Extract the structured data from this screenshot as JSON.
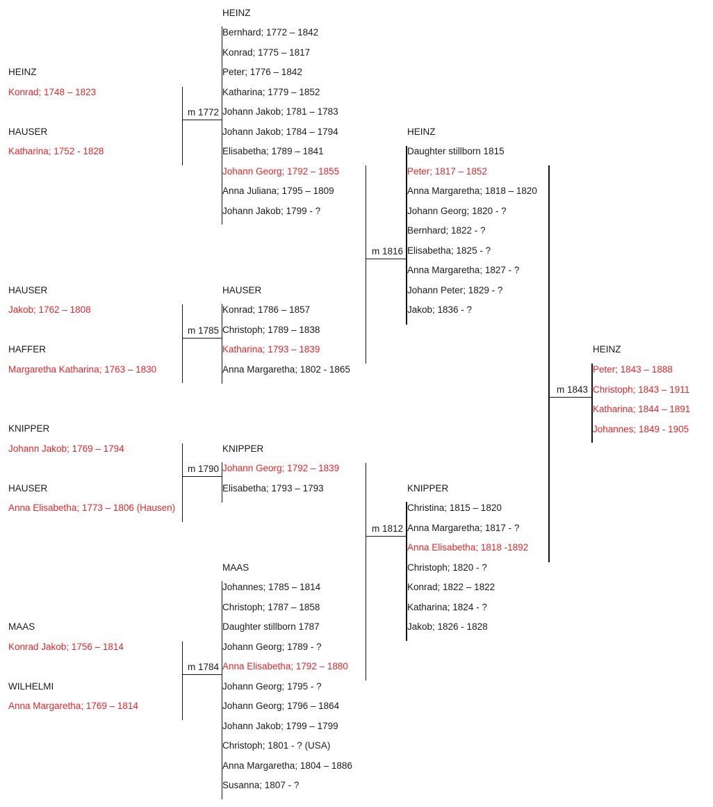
{
  "parents": [
    {
      "id": "p1",
      "husband_surname": "HEINZ",
      "husband": "Konrad; 1748 – 1823",
      "wife_surname": "HAUSER",
      "wife": "Katharina; 1752 - 1828",
      "marriage": "m 1772"
    },
    {
      "id": "p2",
      "husband_surname": "HAUSER",
      "husband": "Jakob; 1762 – 1808",
      "wife_surname": "HAFFER",
      "wife": "Margaretha Katharina; 1763 – 1830",
      "marriage": "m 1785"
    },
    {
      "id": "p3",
      "husband_surname": "KNIPPER",
      "husband": "Johann Jakob; 1769 – 1794",
      "wife_surname": "HAUSER",
      "wife": "Anna Elisabetha; 1773 – 1806 (Hausen)",
      "marriage": "m 1790"
    },
    {
      "id": "p4",
      "husband_surname": "MAAS",
      "husband": "Konrad Jakob; 1756 – 1814",
      "wife_surname": "WILHELMI",
      "wife": "Anna Margaretha; 1769 – 1814",
      "marriage": "m 1784"
    }
  ],
  "families": [
    {
      "surname": "HEINZ",
      "children": [
        {
          "text": "Bernhard; 1772 – 1842",
          "highlight": false
        },
        {
          "text": "Konrad; 1775 – 1817",
          "highlight": false
        },
        {
          "text": "Peter; 1776 – 1842",
          "highlight": false
        },
        {
          "text": "Katharina; 1779 – 1852",
          "highlight": false
        },
        {
          "text": "Johann Jakob; 1781 – 1783",
          "highlight": false
        },
        {
          "text": "Johann Jakob; 1784 – 1794",
          "highlight": false
        },
        {
          "text": "Elisabetha; 1789 – 1841",
          "highlight": false
        },
        {
          "text": "Johann Georg; 1792 – 1855",
          "highlight": true
        },
        {
          "text": "Anna Juliana; 1795 – 1809",
          "highlight": false
        },
        {
          "text": "Johann Jakob; 1799 - ?",
          "highlight": false
        }
      ]
    },
    {
      "surname": "HAUSER",
      "children": [
        {
          "text": "Konrad; 1786 – 1857",
          "highlight": false
        },
        {
          "text": "Christoph; 1789 – 1838",
          "highlight": false
        },
        {
          "text": "Katharina; 1793 – 1839",
          "highlight": true
        },
        {
          "text": "Anna Margaretha; 1802 - 1865",
          "highlight": false
        }
      ]
    },
    {
      "surname": "KNIPPER",
      "children": [
        {
          "text": "Johann Georg; 1792 – 1839",
          "highlight": true
        },
        {
          "text": "Elisabetha; 1793 – 1793",
          "highlight": false
        }
      ]
    },
    {
      "surname": "MAAS",
      "children": [
        {
          "text": "Johannes; 1785 – 1814",
          "highlight": false
        },
        {
          "text": "Christoph; 1787 – 1858",
          "highlight": false
        },
        {
          "text": "Daughter stillborn 1787",
          "highlight": false
        },
        {
          "text": "Johann Georg; 1789 - ?",
          "highlight": false
        },
        {
          "text": "Anna Elisabetha; 1792 – 1880",
          "highlight": true
        },
        {
          "text": "Johann Georg; 1795 - ?",
          "highlight": false
        },
        {
          "text": "Johann Georg; 1796 – 1864",
          "highlight": false
        },
        {
          "text": "Johann Jakob; 1799 – 1799",
          "highlight": false
        },
        {
          "text": "Christoph; 1801 - ? (USA)",
          "highlight": false
        },
        {
          "text": "Anna Margaretha; 1804 – 1886",
          "highlight": false
        },
        {
          "text": "Susanna; 1807 - ?",
          "highlight": false
        }
      ]
    },
    {
      "surname": "HEINZ",
      "marriage": "m 1816",
      "children": [
        {
          "text": "Daughter stillborn 1815",
          "highlight": false
        },
        {
          "text": "Peter; 1817 – 1852",
          "highlight": true
        },
        {
          "text": "Anna Margaretha; 1818 – 1820",
          "highlight": false
        },
        {
          "text": "Johann Georg; 1820 - ?",
          "highlight": false
        },
        {
          "text": "Bernhard; 1822 - ?",
          "highlight": false
        },
        {
          "text": "Elisabetha; 1825 - ?",
          "highlight": false
        },
        {
          "text": "Anna Margaretha; 1827 - ?",
          "highlight": false
        },
        {
          "text": "Johann Peter; 1829 - ?",
          "highlight": false
        },
        {
          "text": "Jakob; 1836 - ?",
          "highlight": false
        }
      ]
    },
    {
      "surname": "KNIPPER",
      "marriage": "m 1812",
      "children": [
        {
          "text": "Christina; 1815 – 1820",
          "highlight": false
        },
        {
          "text": "Anna Margaretha; 1817 - ?",
          "highlight": false
        },
        {
          "text": "Anna Elisabetha; 1818 -1892",
          "highlight": true
        },
        {
          "text": "Christoph; 1820 - ?",
          "highlight": false
        },
        {
          "text": "Konrad; 1822 – 1822",
          "highlight": false
        },
        {
          "text": "Katharina; 1824 - ?",
          "highlight": false
        },
        {
          "text": "Jakob; 1826 - 1828",
          "highlight": false
        }
      ]
    },
    {
      "surname": "HEINZ",
      "marriage": "m 1843",
      "children": [
        {
          "text": "Peter; 1843 – 1888",
          "highlight": true
        },
        {
          "text": "Christoph; 1843 – 1911",
          "highlight": true
        },
        {
          "text": "Katharina; 1844 – 1891",
          "highlight": true
        },
        {
          "text": "Johannes; 1849 - 1905",
          "highlight": true
        }
      ]
    }
  ],
  "colors": {
    "highlight": "#e5262b",
    "text": "#1a1a1a",
    "line": "#111111"
  }
}
